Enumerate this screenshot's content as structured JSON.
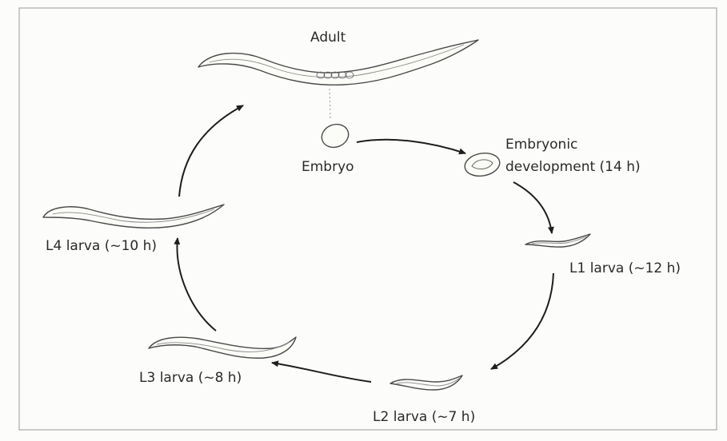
{
  "labels": {
    "adult": "Adult",
    "embryo": "Embryo",
    "embryonic_line1": "Embryonic",
    "embryonic_line2": "development (14 h)",
    "l1": "L1 larva (~12 h)",
    "l2": "L2 larva (~7 h)",
    "l3": "L3 larva (~8 h)",
    "l4": "L4 larva (~10 h)"
  }
}
